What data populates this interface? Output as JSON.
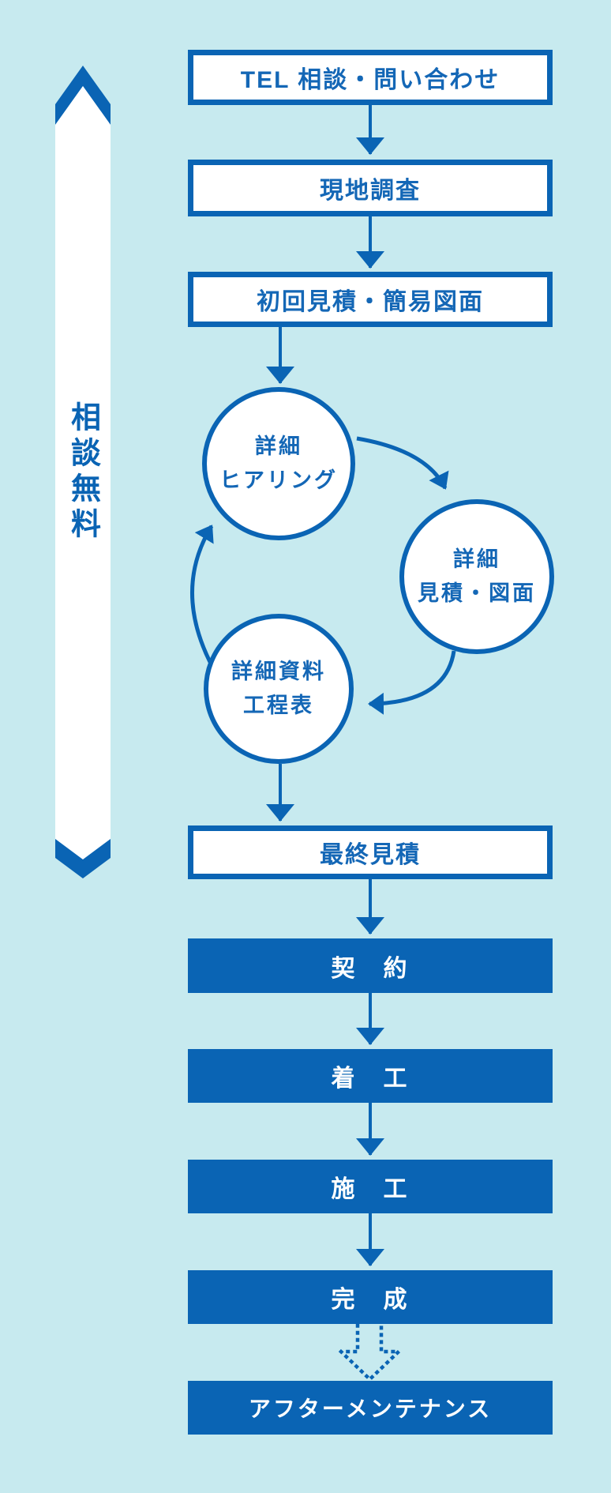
{
  "banner": {
    "label": "相談無料",
    "top_icon": "chevron-up-icon",
    "bottom_icon": "chevron-down-icon"
  },
  "steps": {
    "tel": "TEL 相談・問い合わせ",
    "site_survey": "現地調査",
    "first_estimate": "初回見積・簡易図面",
    "final_estimate": "最終見積",
    "contract": "契　約",
    "groundbreaking": "着　工",
    "construction": "施　工",
    "completion": "完　成",
    "aftercare": "アフターメンテナンス"
  },
  "cycle": {
    "hearing": {
      "line1": "詳細",
      "line2": "ヒアリング"
    },
    "detail_estimate": {
      "line1": "詳細",
      "line2": "見積・図面"
    },
    "schedule_docs": {
      "line1": "詳細資料",
      "line2": "工程表"
    }
  },
  "icons": {
    "flow_connector": "arrow-down-icon",
    "cycle_connector": "curved-arrow-icon",
    "aftercare_connector": "dotted-arrow-down-icon"
  },
  "colors": {
    "background": "#c7eaef",
    "primary": "#0a64b4",
    "box_text": "#1467b6",
    "box_fill": "#ffffff"
  }
}
